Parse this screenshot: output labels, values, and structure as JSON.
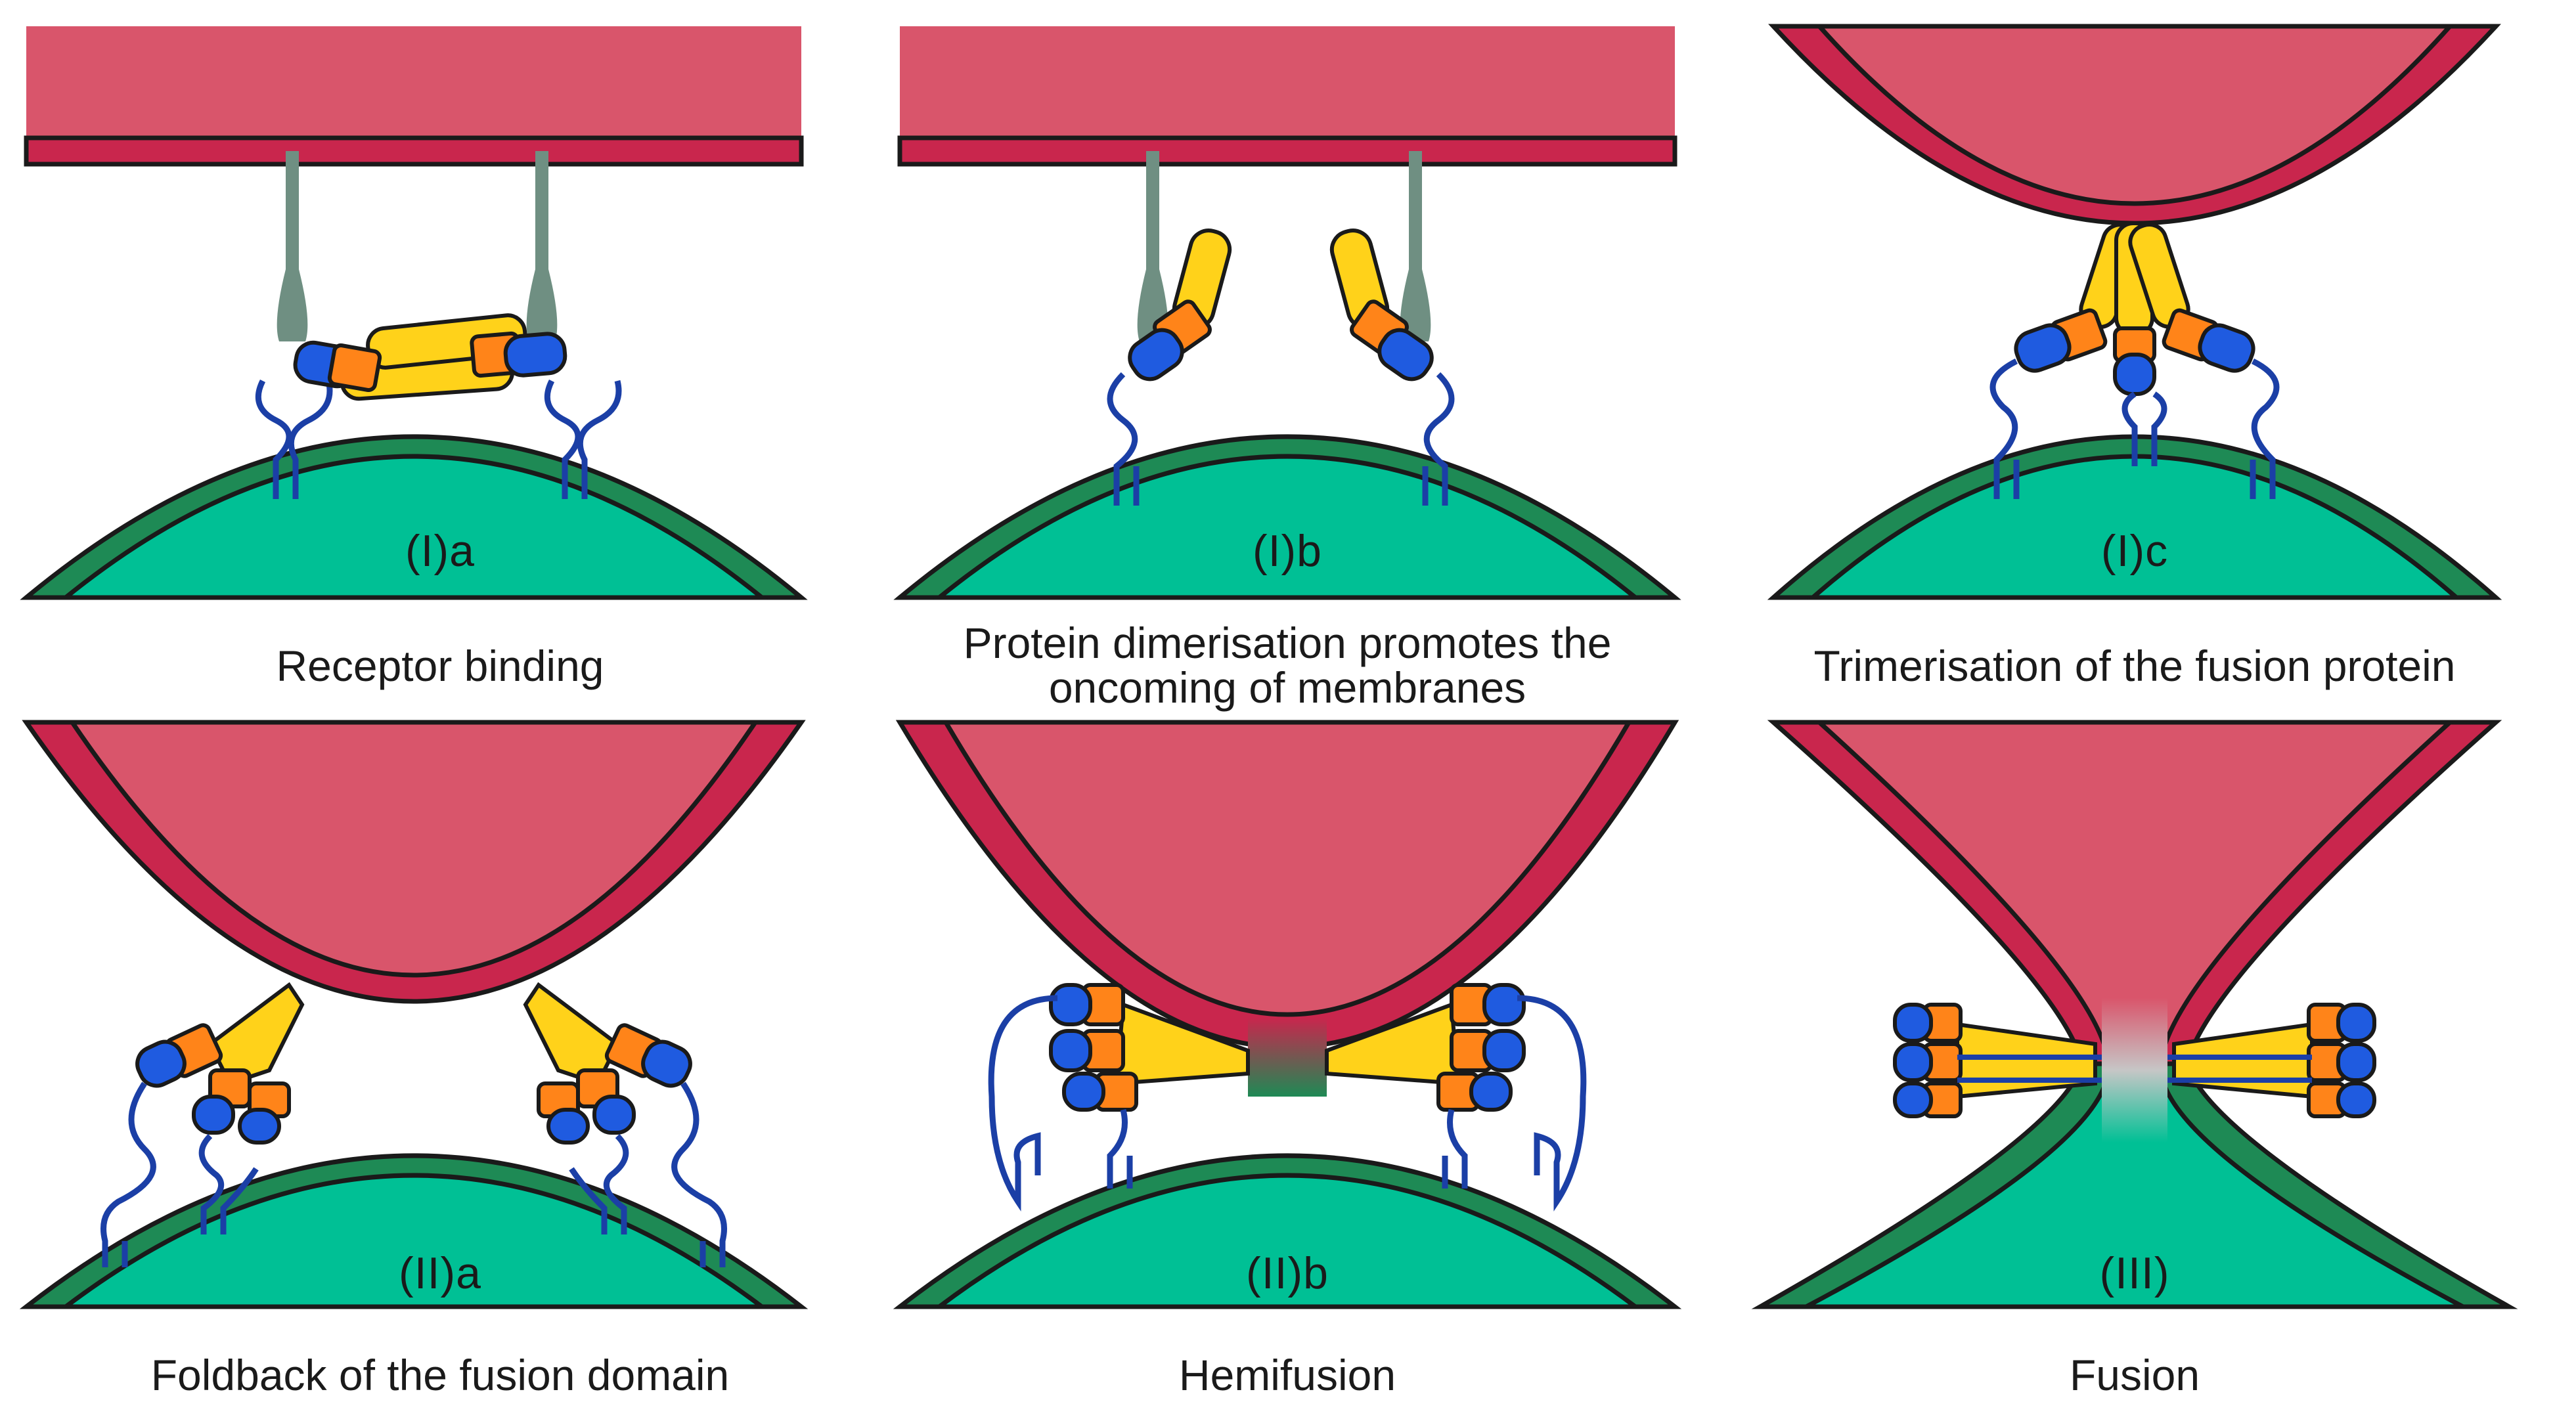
{
  "colors": {
    "cell_fill": "#d9556b",
    "cell_membrane": "#c9264d",
    "virus_fill": "#00c095",
    "virus_membrane": "#1e8a55",
    "outline": "#1a1a1a",
    "receptor": "#6f8f82",
    "helix": "#ffd21a",
    "domain_orange": "#ff8419",
    "domain_blue": "#1f5be0",
    "anchor_blue": "#1b3fa6"
  },
  "panels": [
    {
      "id": "Ia",
      "label": "(I)a",
      "caption": [
        "Receptor binding"
      ]
    },
    {
      "id": "Ib",
      "label": "(I)b",
      "caption": [
        "Protein dimerisation promotes the",
        "oncoming of membranes"
      ]
    },
    {
      "id": "Ic",
      "label": "(I)c",
      "caption": [
        "Trimerisation of the fusion protein"
      ]
    },
    {
      "id": "IIa",
      "label": "(II)a",
      "caption": [
        "Foldback of the fusion domain"
      ]
    },
    {
      "id": "IIb",
      "label": "(II)b",
      "caption": [
        "Hemifusion"
      ]
    },
    {
      "id": "III",
      "label": "(III)",
      "caption": [
        "Fusion"
      ]
    }
  ]
}
